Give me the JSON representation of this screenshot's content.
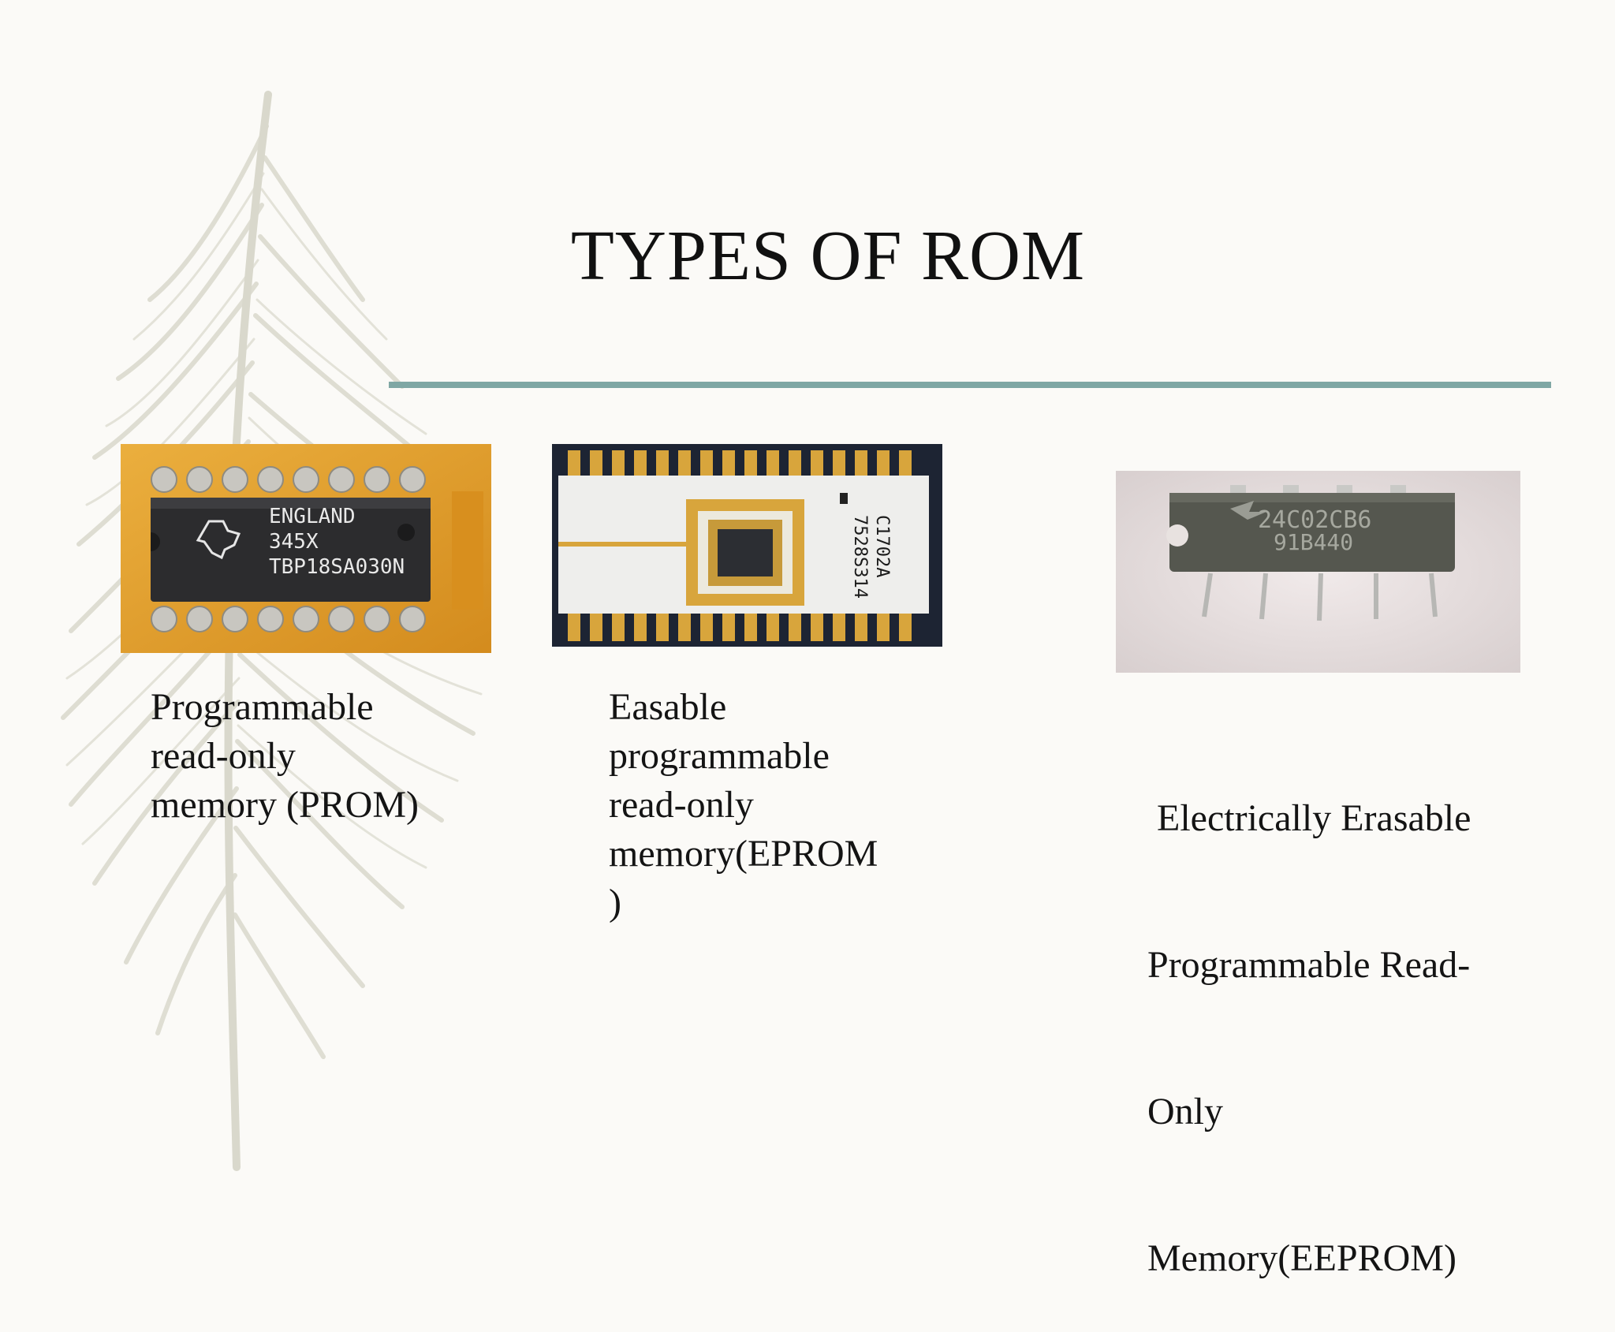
{
  "slide": {
    "title": "TYPES OF ROM"
  },
  "items": [
    {
      "chip_markings": [
        "ENGLAND",
        "345X",
        "TBP18SA030N"
      ],
      "caption_lines": [
        "Programmable",
        "read-only",
        "memory (PROM)"
      ]
    },
    {
      "chip_markings": [
        "C1702A",
        "7528S314"
      ],
      "caption_lines": [
        "Easable",
        "programmable",
        "read-only",
        "memory(EPROM",
        ")"
      ]
    },
    {
      "chip_markings": [
        "24C02CB6",
        "91B440"
      ],
      "caption_lines": [
        " Electrically Erasable",
        "Programmable Read-",
        "Only",
        "Memory(EEPROM)"
      ]
    }
  ],
  "colors": {
    "accent_rule": "#7fa7a4",
    "background": "#fbfaf7",
    "pcb_orange": "#e3a12c"
  }
}
